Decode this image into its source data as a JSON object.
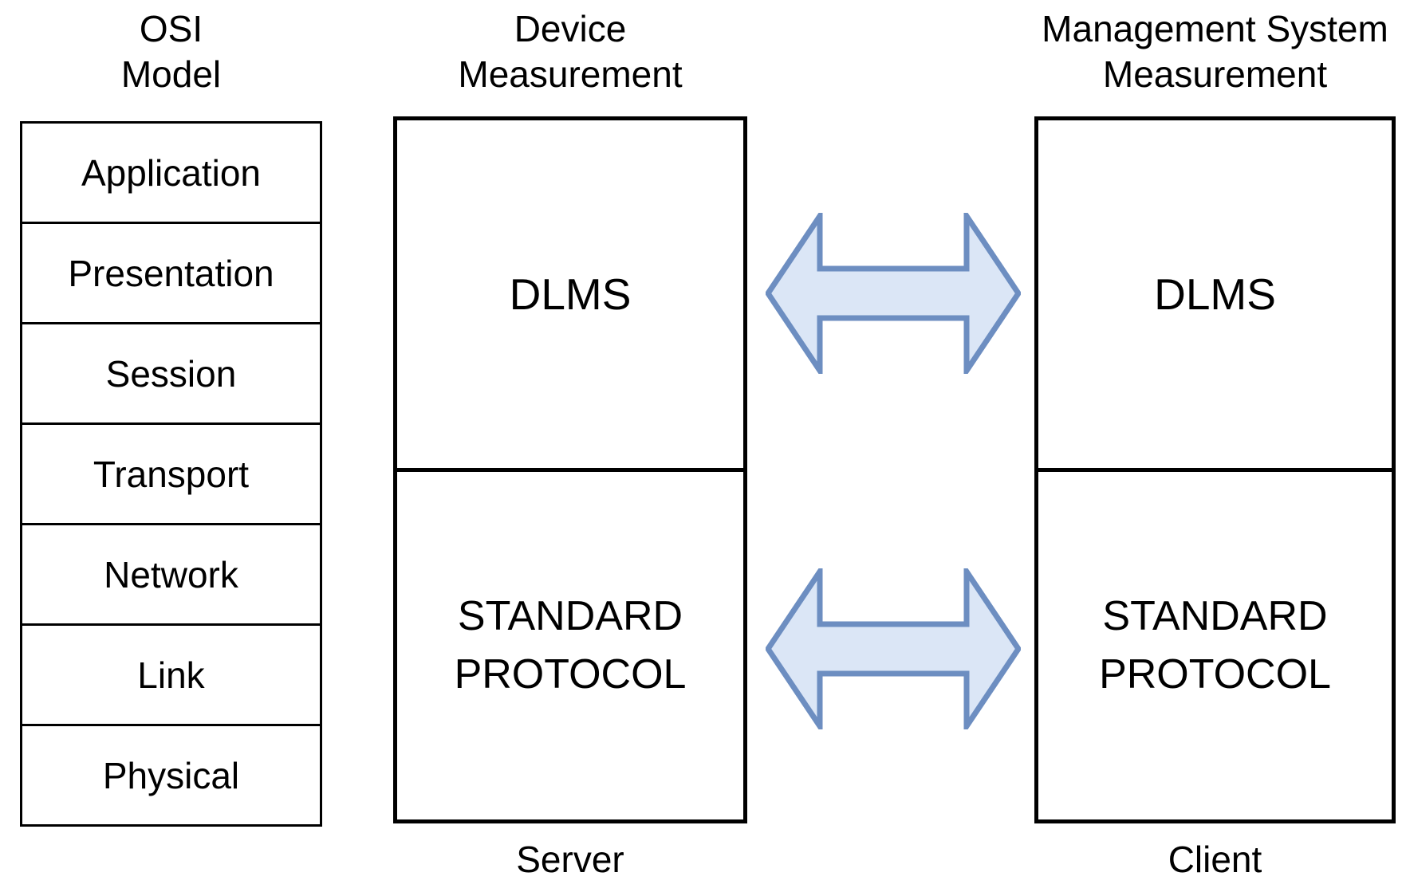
{
  "osi": {
    "title_line1": "OSI",
    "title_line2": "Model",
    "layers": [
      "Application",
      "Presentation",
      "Session",
      "Transport",
      "Network",
      "Link",
      "Physical"
    ]
  },
  "device_column": {
    "title_line1": "Device",
    "title_line2": "Measurement",
    "upper_box": "DLMS",
    "lower_box_line1": "STANDARD",
    "lower_box_line2": "PROTOCOL",
    "footer": "Server"
  },
  "management_column": {
    "title_line1": "Management System",
    "title_line2": "Measurement",
    "upper_box": "DLMS",
    "lower_box_line1": "STANDARD",
    "lower_box_line2": "PROTOCOL",
    "footer": "Client"
  },
  "colors": {
    "arrow_fill": "#DBE6F6",
    "arrow_stroke": "#6D8EC1",
    "box_border": "#000000",
    "text": "#000000"
  }
}
